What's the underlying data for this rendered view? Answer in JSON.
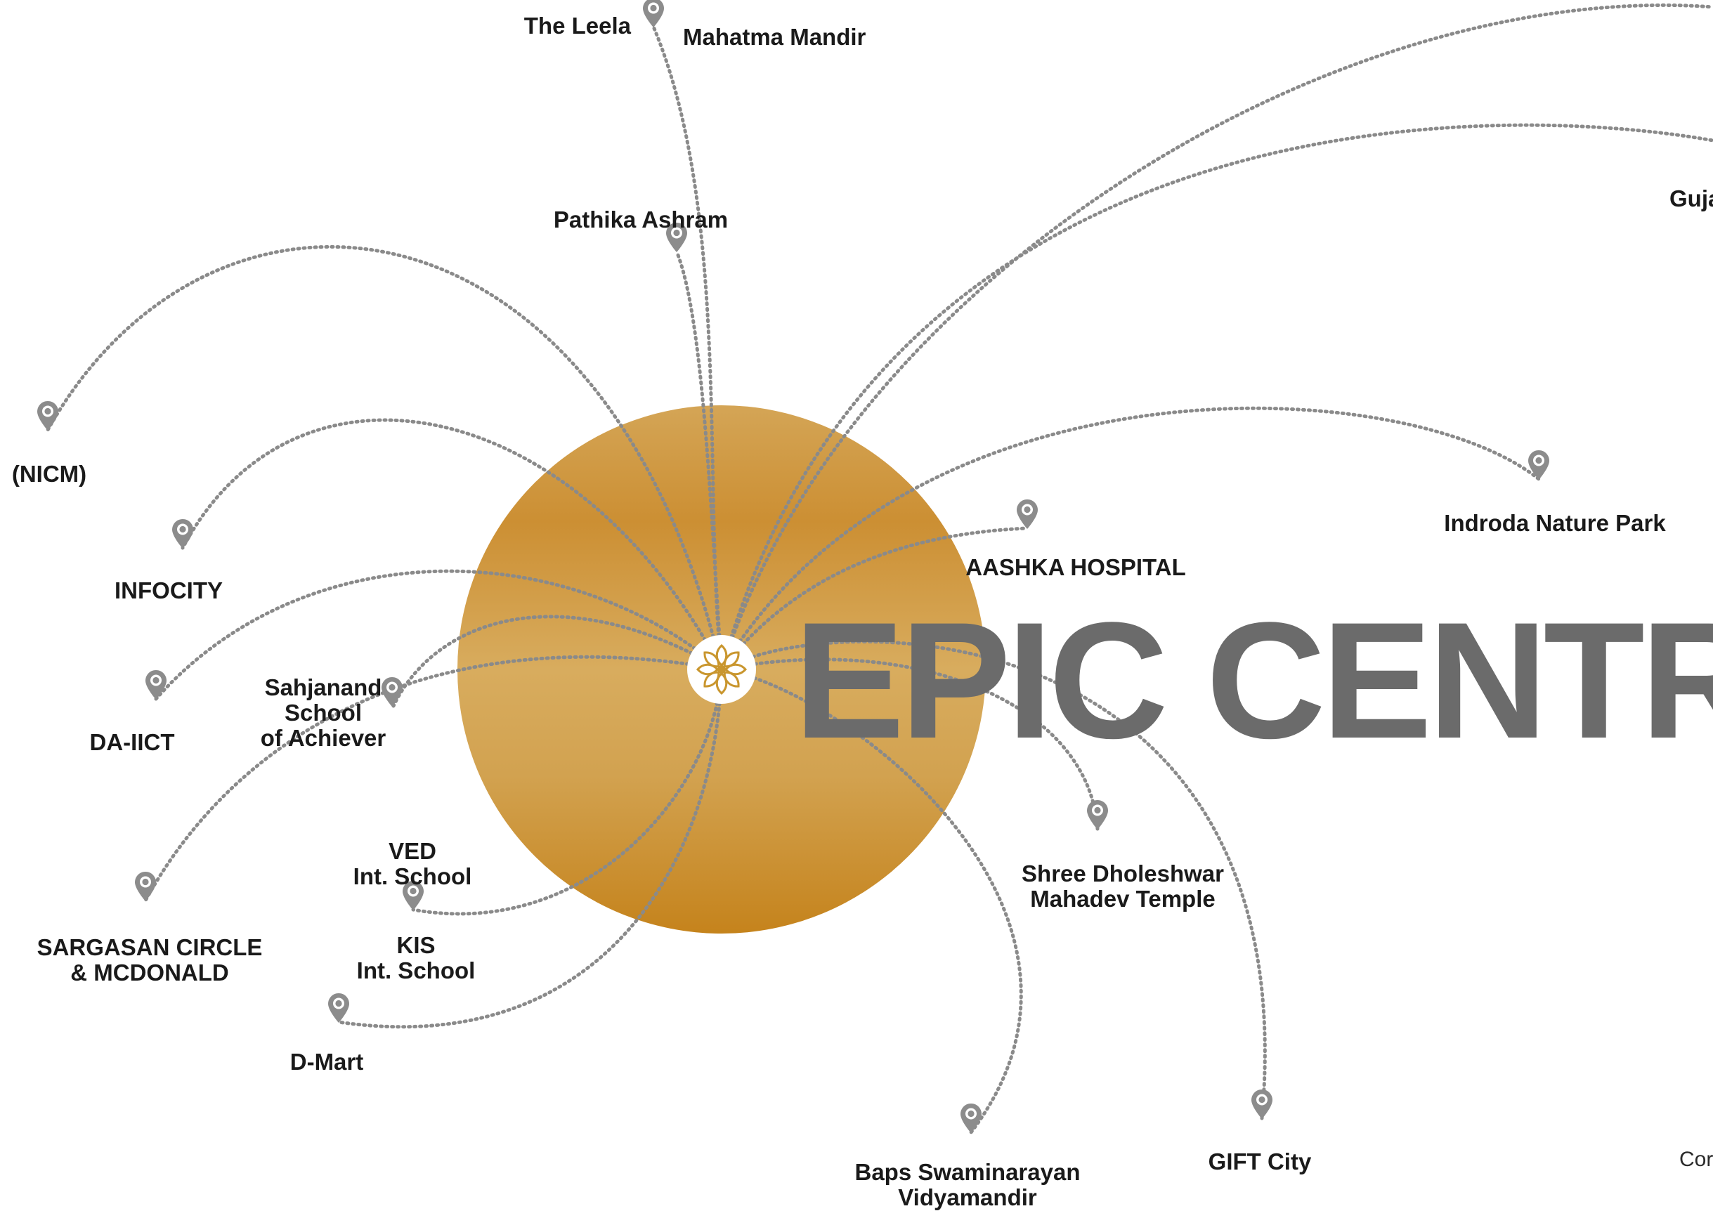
{
  "title": "EPIC CENTRE",
  "corner_note": "Cor",
  "colors": {
    "hub_light": "#D7AB5E",
    "hub_mid": "#CD9236",
    "hub_dark": "#C78822",
    "route": "#8a8a8a",
    "pin": "#8c8c8c",
    "title": "#6b6b6b",
    "hub_badge": "#ffffff",
    "hub_logo": "#C9962E"
  },
  "hub_logo_icon": "lotus-flower-icon",
  "pin_icon": "map-pin-icon",
  "places": [
    {
      "id": "the-leela",
      "lines": [
        "The Leela"
      ]
    },
    {
      "id": "mahatma-mandir",
      "lines": [
        "Mahatma Mandir"
      ]
    },
    {
      "id": "pathika-ashram",
      "lines": [
        "Pathika Ashram"
      ]
    },
    {
      "id": "nicm",
      "lines": [
        "(NICM)"
      ]
    },
    {
      "id": "infocity",
      "lines": [
        "INFOCITY"
      ]
    },
    {
      "id": "da-iict",
      "lines": [
        "DA-IICT"
      ]
    },
    {
      "id": "sahjanand-school",
      "lines": [
        "Sahjanand",
        "School",
        "of Achiever"
      ]
    },
    {
      "id": "sargasan-circle",
      "lines": [
        "SARGASAN CIRCLE",
        "& MCDONALD"
      ]
    },
    {
      "id": "ved-school",
      "lines": [
        "VED",
        "Int. School"
      ]
    },
    {
      "id": "kis-school",
      "lines": [
        "KIS",
        "Int. School"
      ]
    },
    {
      "id": "d-mart",
      "lines": [
        "D-Mart"
      ]
    },
    {
      "id": "baps-vidyamandir",
      "lines": [
        "Baps Swaminarayan",
        "Vidyamandir"
      ]
    },
    {
      "id": "gift-city",
      "lines": [
        "GIFT City"
      ]
    },
    {
      "id": "dholeshwar-temple",
      "lines": [
        "Shree Dholeshwar",
        "Mahadev Temple"
      ]
    },
    {
      "id": "aashka-hospital",
      "lines": [
        "AASHKA HOSPITAL"
      ]
    },
    {
      "id": "indroda-park",
      "lines": [
        "Indroda Nature Park"
      ]
    },
    {
      "id": "guja",
      "lines": [
        "Guja"
      ]
    }
  ]
}
